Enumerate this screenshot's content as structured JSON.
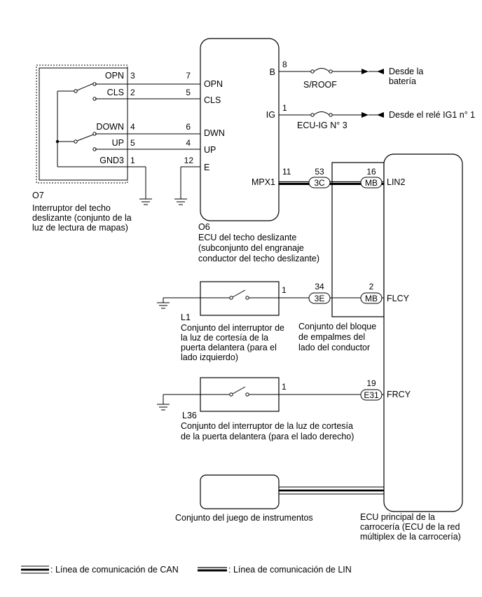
{
  "o7": {
    "code": "O7",
    "caption": [
      "Interruptor del techo",
      "deslizante (conjunto de la",
      "luz de lectura de mapas)"
    ],
    "terminals": [
      {
        "name": "OPN",
        "pin": "3"
      },
      {
        "name": "CLS",
        "pin": "2"
      },
      {
        "name": "DOWN",
        "pin": "4"
      },
      {
        "name": "UP",
        "pin": "5"
      },
      {
        "name": "GND3",
        "pin": "1"
      }
    ]
  },
  "o6": {
    "code": "O6",
    "caption": [
      "ECU del techo deslizante",
      "(subconjunto del engranaje",
      "conductor del techo deslizante)"
    ],
    "left_terminals": [
      {
        "name": "OPN",
        "pin": "7"
      },
      {
        "name": "CLS",
        "pin": "5"
      },
      {
        "name": "DWN",
        "pin": "6"
      },
      {
        "name": "UP",
        "pin": "4"
      },
      {
        "name": "E",
        "pin": "12"
      }
    ],
    "right_terminals": [
      {
        "name": "B",
        "pin": "8"
      },
      {
        "name": "IG",
        "pin": "1"
      },
      {
        "name": "MPX1",
        "pin": "11"
      }
    ]
  },
  "fuses": {
    "sroof": "S/ROOF",
    "ecu_ig": "ECU-IG N° 3"
  },
  "sources": {
    "battery": [
      "Desde la",
      "batería"
    ],
    "ig1": "Desde el relé IG1 n° 1"
  },
  "connectors": {
    "c3C": {
      "label": "3C",
      "pin": "53"
    },
    "c3E": {
      "label": "3E",
      "pin": "34"
    },
    "cMB_lin": {
      "label": "MB",
      "pin": "16"
    },
    "cMB_flcy": {
      "label": "MB",
      "pin": "2"
    },
    "cE31": {
      "label": "E31",
      "pin": "19"
    }
  },
  "junction_block": {
    "caption": [
      "Conjunto del bloque",
      "de empalmes del",
      "lado del conductor"
    ]
  },
  "main_ecu": {
    "terminals": {
      "lin2": "LIN2",
      "flcy": "FLCY",
      "frcy": "FRCY"
    },
    "caption": [
      "ECU principal de la",
      "carrocería (ECU de la red",
      "múltiplex de la carrocería)"
    ]
  },
  "l1": {
    "code": "L1",
    "pin": "1",
    "caption": [
      "Conjunto del interruptor de",
      "la luz de cortesía de la",
      "puerta delantera (para el",
      "lado izquierdo)"
    ]
  },
  "l36": {
    "code": "L36",
    "pin": "1",
    "caption": [
      "Conjunto del interruptor de la luz de cortesía",
      "de la puerta delantera (para el lado derecho)"
    ]
  },
  "instrument_cluster": {
    "caption": "Conjunto del juego de instrumentos"
  },
  "legend": {
    "can": ": Línea de comunicación de CAN",
    "lin": ": Línea de comunicación de LIN"
  }
}
